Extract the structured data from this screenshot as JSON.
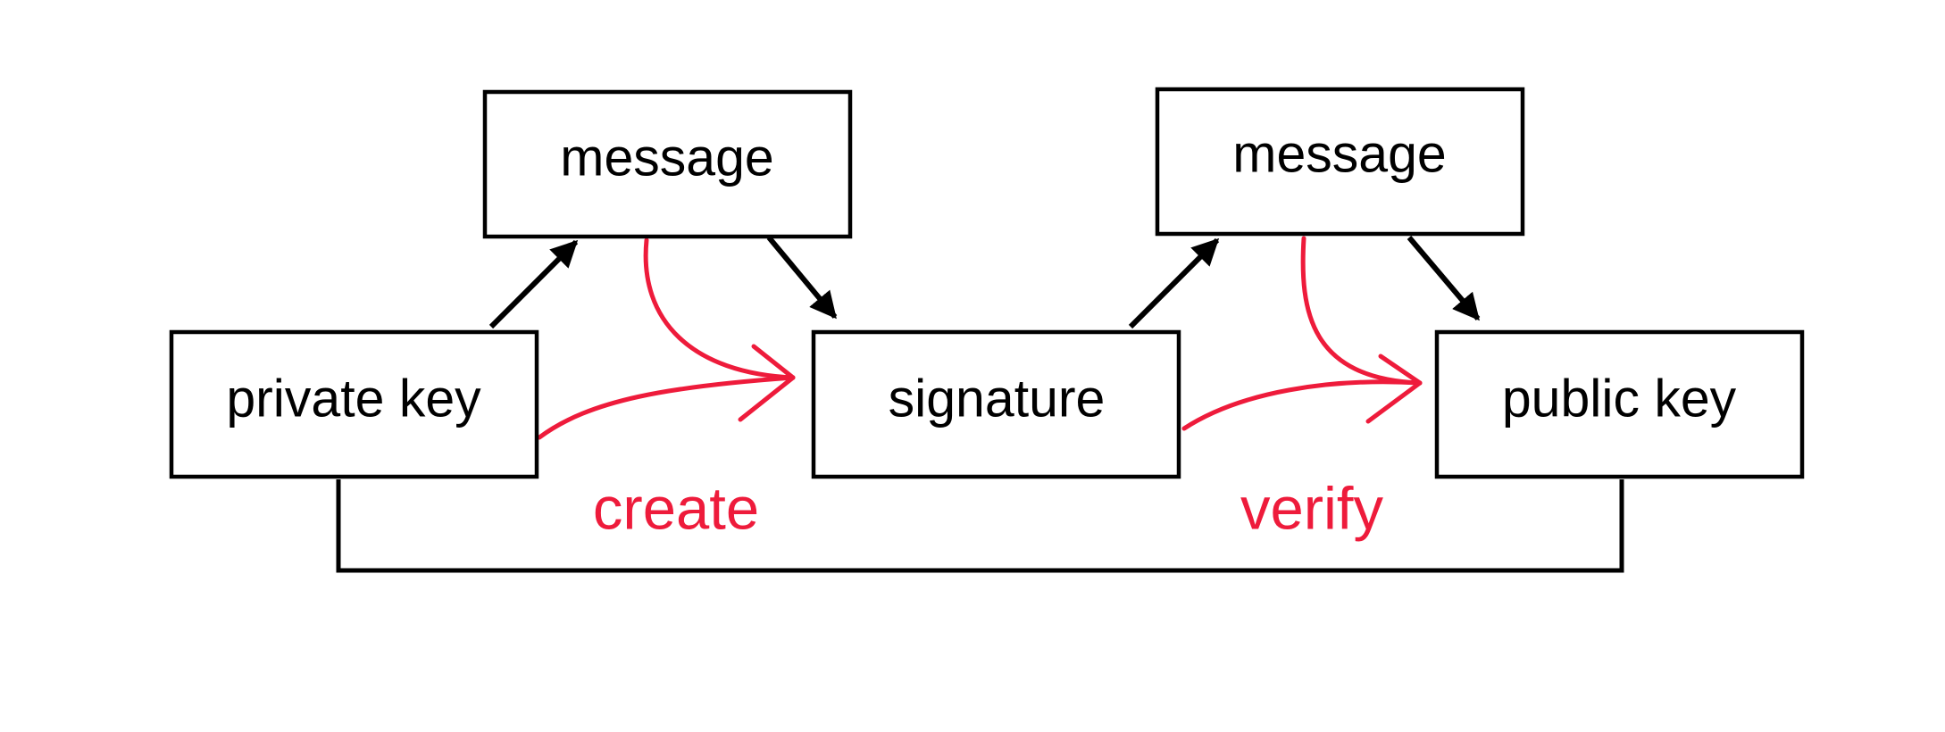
{
  "diagram": {
    "nodes": {
      "private_key": "private key",
      "message_create": "message",
      "signature": "signature",
      "message_verify": "message",
      "public_key": "public key"
    },
    "operations": {
      "create": "create",
      "verify": "verify"
    },
    "colors": {
      "box_stroke": "#000000",
      "operation": "#ee1b3b"
    }
  }
}
